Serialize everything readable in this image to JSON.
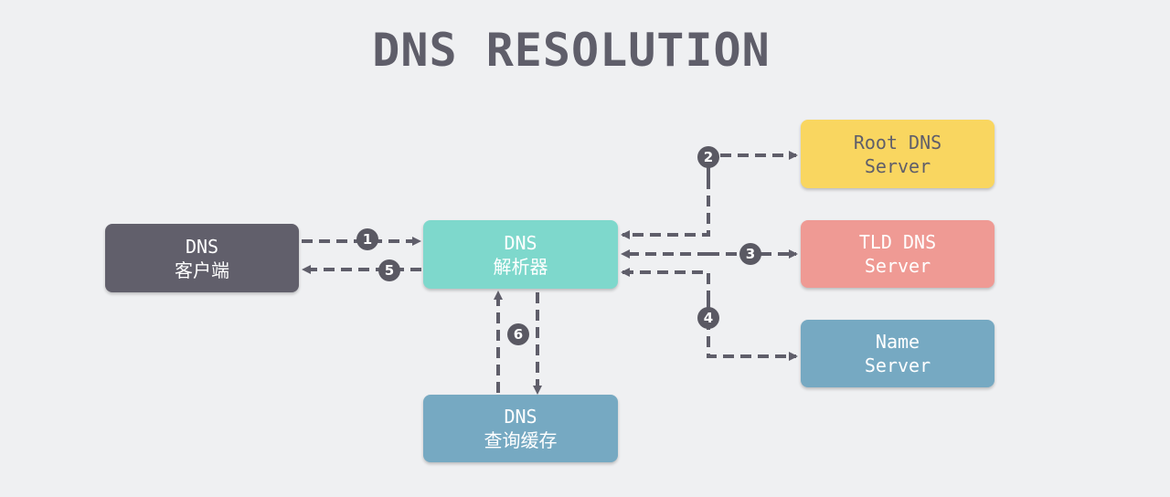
{
  "title": "DNS RESOLUTION",
  "nodes": {
    "client": {
      "line1": "DNS",
      "line2": "客户端"
    },
    "resolver": {
      "line1": "DNS",
      "line2": "解析器"
    },
    "cache": {
      "line1": "DNS",
      "line2": "查询缓存"
    },
    "root": {
      "line1": "Root DNS",
      "line2": "Server"
    },
    "tld": {
      "line1": "TLD DNS",
      "line2": "Server"
    },
    "name": {
      "line1": "Name",
      "line2": "Server"
    }
  },
  "steps": [
    "1",
    "2",
    "3",
    "4",
    "5",
    "6"
  ],
  "colors": {
    "background": "#eff0f2",
    "line": "#5f5e6a",
    "client": "#615f6b",
    "resolver": "#7ed8cc",
    "cache": "#76a9c2",
    "root": "#f9d660",
    "tld": "#ef9a94",
    "name": "#76a9c2"
  }
}
